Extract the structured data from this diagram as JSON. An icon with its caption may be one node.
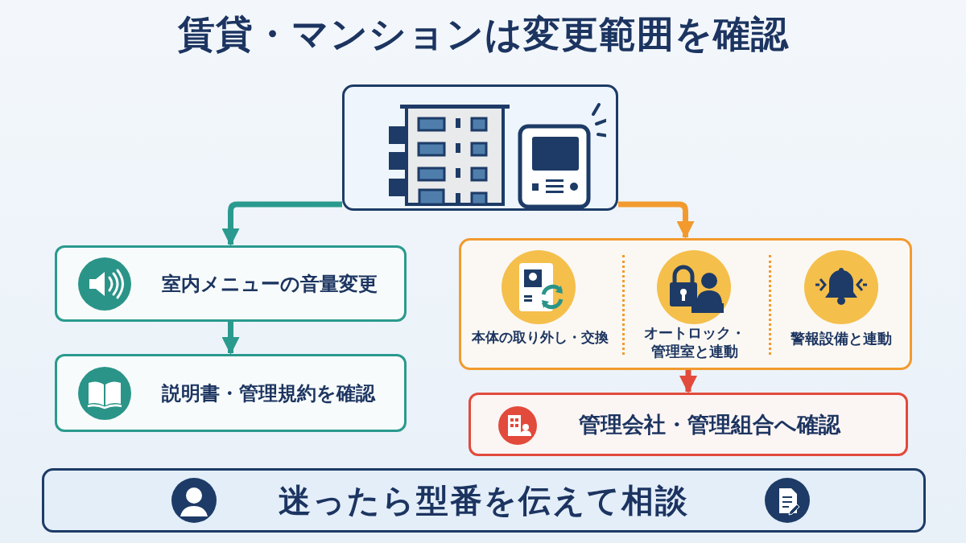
{
  "diagram": {
    "title": "賃貸・マンションは変更範囲を確認",
    "nodes": [
      {
        "text": [],
        "shape": "picture"
      },
      {
        "text": [
          "室内メニューの音量変更"
        ]
      },
      {
        "text": [
          "説明書・管理規約を確認"
        ]
      },
      {
        "text": [],
        "shape": "box"
      },
      {
        "text": [
          "本体の取り外し・交換"
        ],
        "in": 3
      },
      {
        "text": [
          "オートロック・管理室と連動"
        ],
        "in": 3
      },
      {
        "text": [
          "警報設備と連動"
        ],
        "in": 3
      },
      {
        "text": [
          "管理会社・管理組合へ確認"
        ]
      },
      {
        "text": [
          "迷ったら型番を伝えて相談"
        ]
      }
    ],
    "edges": [
      {
        "from": 0,
        "to": 1,
        "arrow": "to",
        "color": "#2a9a8e"
      },
      {
        "from": 1,
        "to": 2,
        "arrow": "to",
        "color": "#2a9a8e"
      },
      {
        "from": 0,
        "to": 3,
        "arrow": "to",
        "color": "#f29a2e"
      },
      {
        "from": 3,
        "to": 7,
        "arrow": "to",
        "color": "#e24a3b"
      }
    ]
  }
}
